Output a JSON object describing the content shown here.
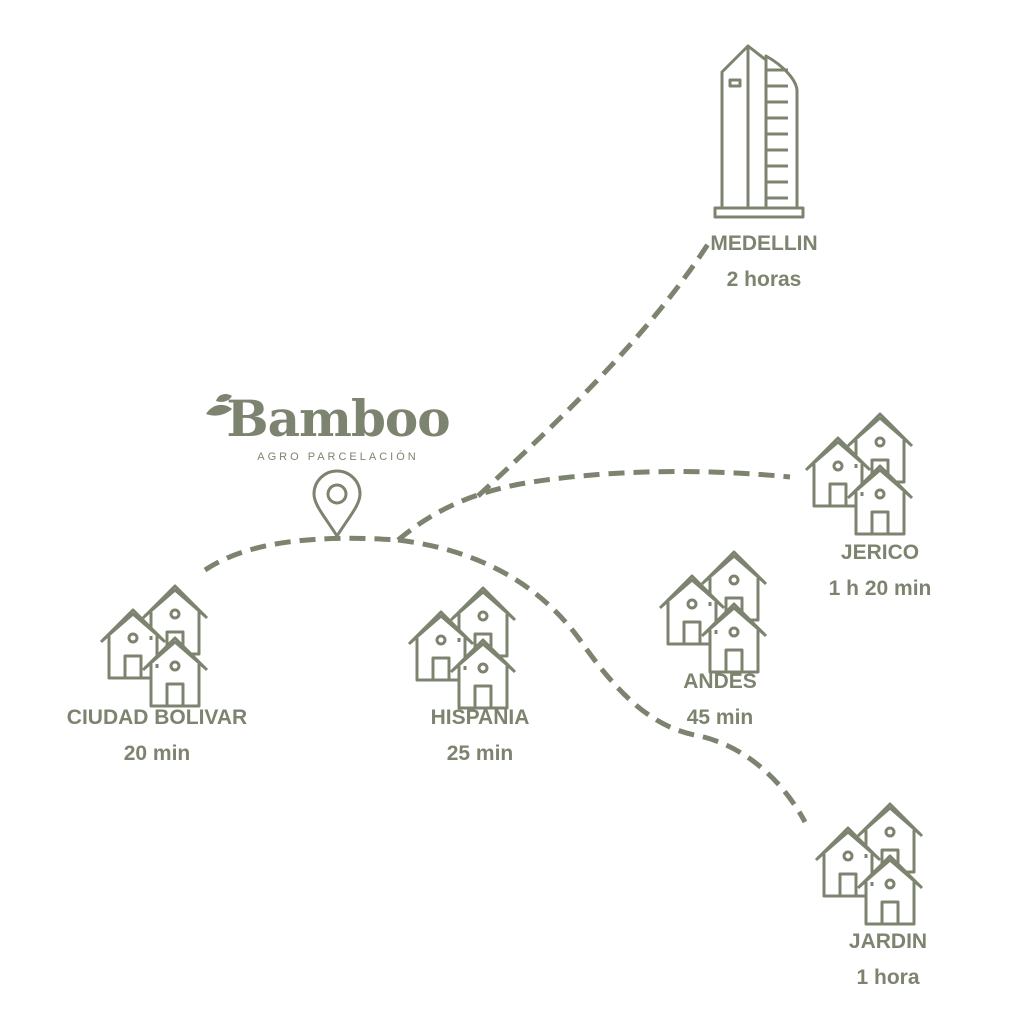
{
  "brand": {
    "name": "Bamboo",
    "tagline": "AGRO PARCELACIÓN",
    "leaf_icon": "leaf-icon"
  },
  "colors": {
    "ink": "#7c8470",
    "background": "#ffffff"
  },
  "origin": {
    "icon": "location-pin-icon"
  },
  "destinations": [
    {
      "id": "medellin",
      "name": "MEDELLIN",
      "time": "2 horas",
      "icon": "skyscraper-icon"
    },
    {
      "id": "jerico",
      "name": "JERICO",
      "time": "1 h 20 min",
      "icon": "houses-icon"
    },
    {
      "id": "andes",
      "name": "ANDES",
      "time": "45 min",
      "icon": "houses-icon"
    },
    {
      "id": "ciudad-bolivar",
      "name": "CIUDAD BOLIVAR",
      "time": "20 min",
      "icon": "houses-icon"
    },
    {
      "id": "hispania",
      "name": "HISPANIA",
      "time": "25 min",
      "icon": "houses-icon"
    },
    {
      "id": "jardin",
      "name": "JARDIN",
      "time": "1 hora",
      "icon": "houses-icon"
    }
  ]
}
